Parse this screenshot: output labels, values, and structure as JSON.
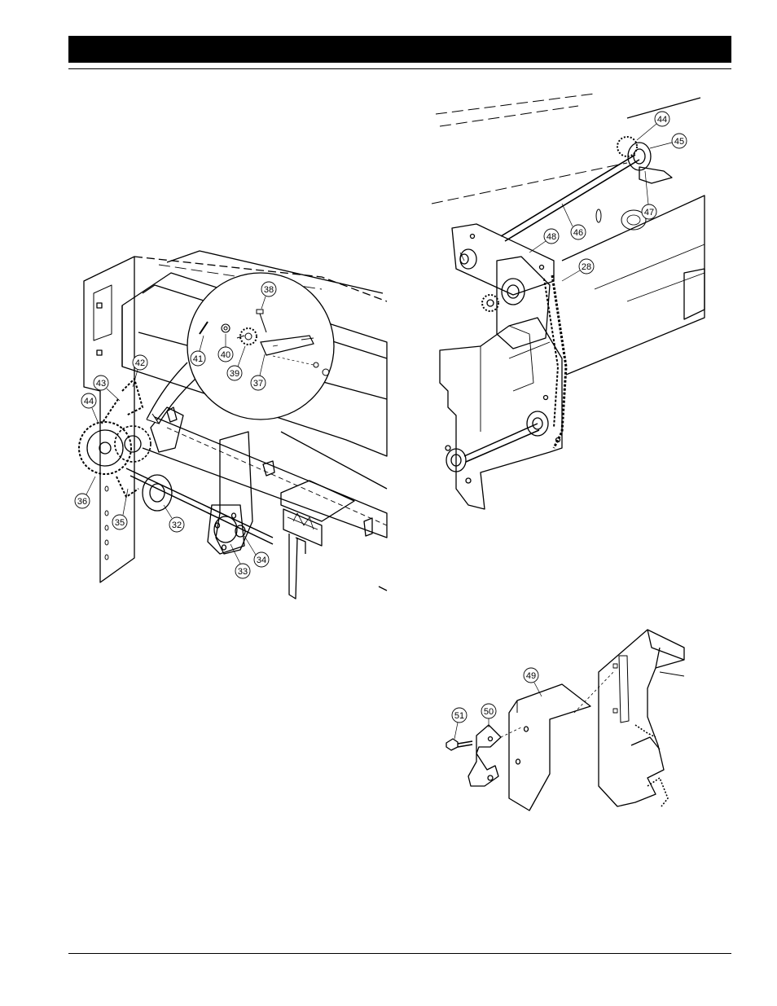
{
  "figures": {
    "figure_1": {
      "callouts": [
        {
          "id": "c38",
          "label": "38"
        },
        {
          "id": "c41",
          "label": "41"
        },
        {
          "id": "c40",
          "label": "40"
        },
        {
          "id": "c39",
          "label": "39"
        },
        {
          "id": "c37",
          "label": "37"
        },
        {
          "id": "c42",
          "label": "42"
        },
        {
          "id": "c43",
          "label": "43"
        },
        {
          "id": "c44",
          "label": "44"
        },
        {
          "id": "c36",
          "label": "36"
        },
        {
          "id": "c35",
          "label": "35"
        },
        {
          "id": "c32",
          "label": "32"
        },
        {
          "id": "c33",
          "label": "33"
        },
        {
          "id": "c34",
          "label": "34"
        }
      ]
    },
    "figure_2": {
      "callouts": [
        {
          "id": "d44",
          "label": "44"
        },
        {
          "id": "d45",
          "label": "45"
        },
        {
          "id": "d47",
          "label": "47"
        },
        {
          "id": "d46",
          "label": "46"
        },
        {
          "id": "d48",
          "label": "48"
        },
        {
          "id": "d28",
          "label": "28"
        }
      ]
    },
    "figure_3": {
      "callouts": [
        {
          "id": "e49",
          "label": "49"
        },
        {
          "id": "e50",
          "label": "50"
        },
        {
          "id": "e51",
          "label": "51"
        }
      ]
    }
  }
}
